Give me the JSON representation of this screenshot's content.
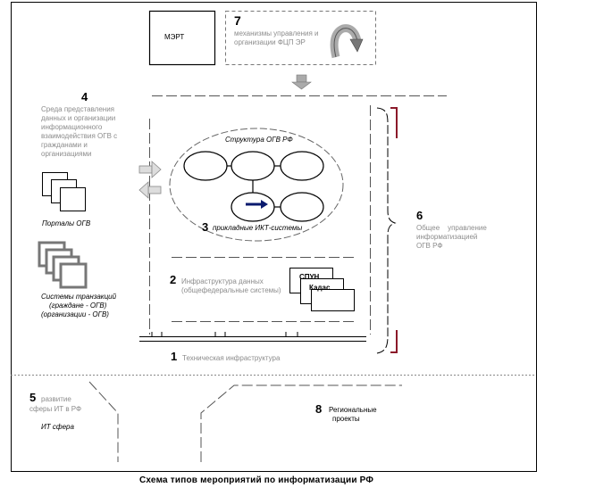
{
  "meta": {
    "caption": "Схема типов мероприятий по информатизации РФ"
  },
  "blocks": {
    "mert": {
      "label": "МЭРТ"
    },
    "b7": {
      "number": "7",
      "line1": "механизмы управления и",
      "line2": "организации ФЦП ЭР"
    },
    "b4": {
      "number": "4",
      "lines": [
        "Среда представления",
        "данных и организации",
        "информационного",
        "взаимодействия ОГВ с",
        "гражданами и",
        "организациями"
      ]
    },
    "portals": {
      "label": "Порталы ОГВ"
    },
    "transactions": {
      "lines": [
        "Системы транзакций",
        "(граждане - ОГВ)",
        "(организации - ОГВ)"
      ]
    },
    "ogv_structure": {
      "label": "Структура ОГВ РФ"
    },
    "b3": {
      "number": "3",
      "label": "прикладные ИКТ-системы"
    },
    "b2": {
      "number": "2",
      "line1": "Инфраструктура данных",
      "line2": "(общефедеральные системы)"
    },
    "docs": {
      "label1": "СПУН",
      "label2": "Кадас"
    },
    "b1": {
      "number": "1",
      "label": "Техническая инфраструктура"
    },
    "b6": {
      "number": "6",
      "lines": [
        "Общее    управление",
        "информатизацией",
        "ОГВ РФ"
      ]
    },
    "b5": {
      "number": "5",
      "line1": "развитие",
      "line2": "сферы ИТ в РФ"
    },
    "it_sphere": {
      "label": "ИТ сфера"
    },
    "b8": {
      "number": "8",
      "line1": "Региональные",
      "line2": "проекты"
    }
  },
  "colors": {
    "line": "#000000",
    "dash": "#666666",
    "grey_text": "#8c8c8c",
    "accent": "#8b1a2a",
    "arrow_blue": "#0a1a6e"
  }
}
